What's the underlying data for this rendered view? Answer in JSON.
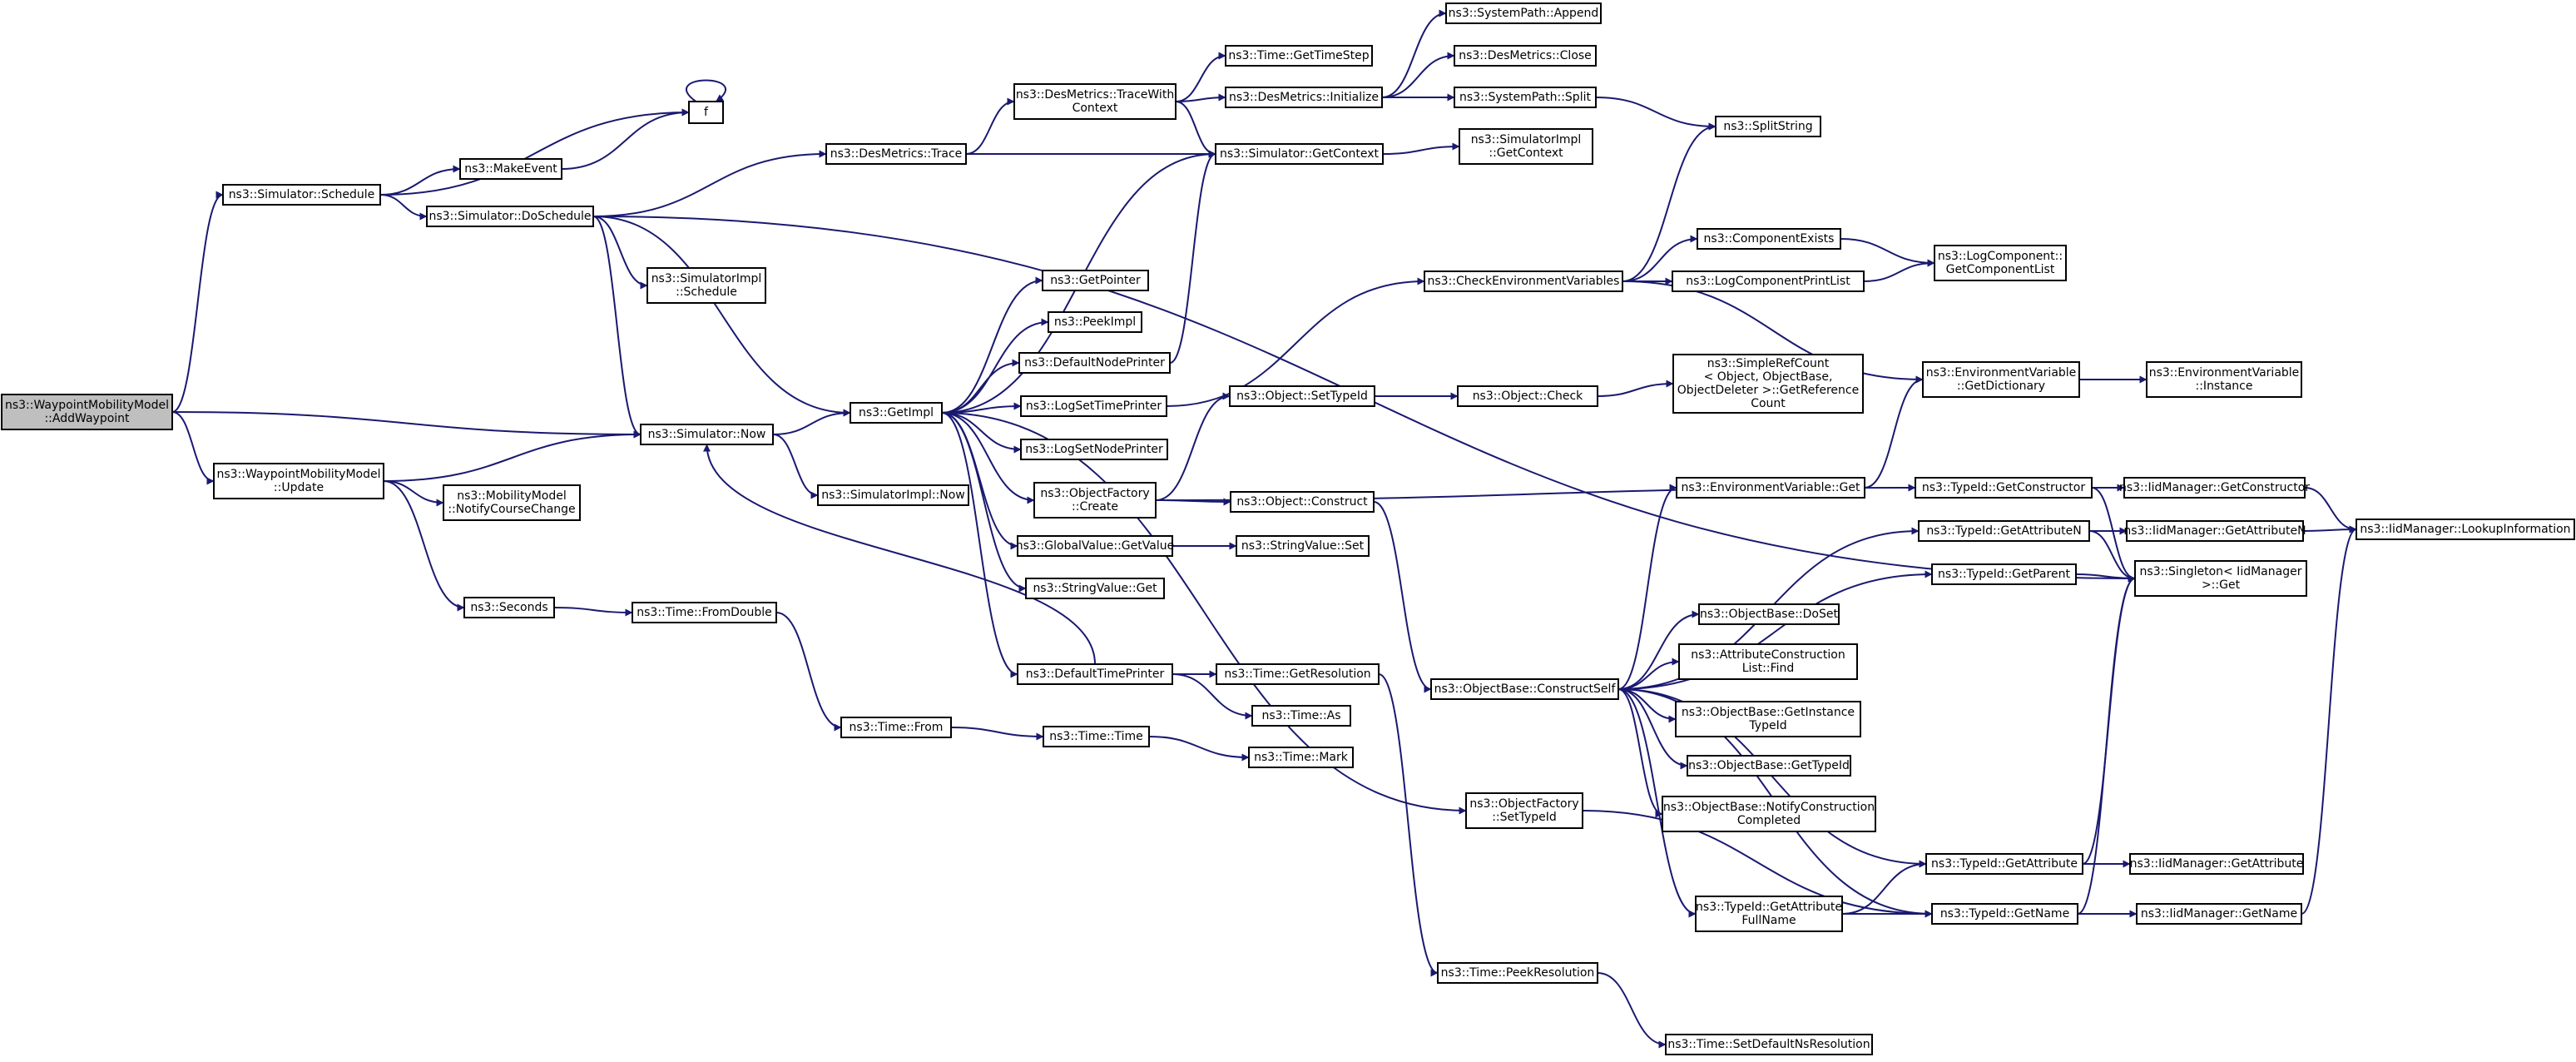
{
  "colors": {
    "edge": "#191970",
    "node_fill": "#ffffff",
    "node_border": "#000000",
    "root_fill": "#bfbfbf",
    "missing_border": "#ff0000"
  },
  "nodes": [
    {
      "id": "root",
      "lines": [
        "ns3::WaypointMobilityModel",
        "::AddWaypoint"
      ],
      "root": true
    },
    {
      "id": "sched",
      "lines": [
        "ns3::Simulator::Schedule"
      ]
    },
    {
      "id": "f",
      "lines": [
        "f"
      ]
    },
    {
      "id": "makeevent",
      "lines": [
        "ns3::MakeEvent"
      ]
    },
    {
      "id": "doschedule",
      "lines": [
        "ns3::Simulator::DoSchedule"
      ]
    },
    {
      "id": "destrace",
      "lines": [
        "ns3::DesMetrics::Trace"
      ]
    },
    {
      "id": "tracewith",
      "lines": [
        "ns3::DesMetrics::TraceWith",
        "Context"
      ]
    },
    {
      "id": "timestep",
      "lines": [
        "ns3::Time::GetTimeStep"
      ]
    },
    {
      "id": "desinit",
      "lines": [
        "ns3::DesMetrics::Initialize"
      ]
    },
    {
      "id": "sysappend",
      "lines": [
        "ns3::SystemPath::Append"
      ]
    },
    {
      "id": "desclose",
      "lines": [
        "ns3::DesMetrics::Close"
      ]
    },
    {
      "id": "syssplit",
      "lines": [
        "ns3::SystemPath::Split"
      ]
    },
    {
      "id": "splitstring",
      "lines": [
        "ns3::SplitString"
      ]
    },
    {
      "id": "getcontext",
      "lines": [
        "ns3::Simulator::GetContext"
      ]
    },
    {
      "id": "implctx",
      "lines": [
        "ns3::SimulatorImpl",
        "::GetContext"
      ]
    },
    {
      "id": "implsched",
      "lines": [
        "ns3::SimulatorImpl",
        "::Schedule"
      ]
    },
    {
      "id": "simnow",
      "lines": [
        "ns3::Simulator::Now"
      ]
    },
    {
      "id": "implnow",
      "lines": [
        "ns3::SimulatorImpl::Now"
      ]
    },
    {
      "id": "getimpl",
      "lines": [
        "ns3::GetImpl"
      ]
    },
    {
      "id": "getpointer",
      "lines": [
        "ns3::GetPointer"
      ]
    },
    {
      "id": "peekimpl",
      "lines": [
        "ns3::PeekImpl"
      ]
    },
    {
      "id": "defnodeprinter",
      "lines": [
        "ns3::DefaultNodePrinter"
      ]
    },
    {
      "id": "logsettime",
      "lines": [
        "ns3::LogSetTimePrinter"
      ]
    },
    {
      "id": "logsetnode",
      "lines": [
        "ns3::LogSetNodePrinter"
      ]
    },
    {
      "id": "factcreate",
      "lines": [
        "ns3::ObjectFactory",
        "::Create"
      ]
    },
    {
      "id": "gvgetvalue",
      "lines": [
        "ns3::GlobalValue::GetValue"
      ]
    },
    {
      "id": "strget",
      "lines": [
        "ns3::StringValue::Get"
      ]
    },
    {
      "id": "deftimeprinter",
      "lines": [
        "ns3::DefaultTimePrinter"
      ]
    },
    {
      "id": "update",
      "lines": [
        "ns3::WaypointMobilityModel",
        "::Update"
      ]
    },
    {
      "id": "notify",
      "lines": [
        "ns3::MobilityModel",
        "::NotifyCourseChange"
      ]
    },
    {
      "id": "seconds",
      "lines": [
        "ns3::Seconds"
      ]
    },
    {
      "id": "fromdouble",
      "lines": [
        "ns3::Time::FromDouble"
      ]
    },
    {
      "id": "timefrom",
      "lines": [
        "ns3::Time::From"
      ]
    },
    {
      "id": "timetime",
      "lines": [
        "ns3::Time::Time"
      ]
    },
    {
      "id": "timemark",
      "lines": [
        "ns3::Time::Mark"
      ]
    },
    {
      "id": "timeas",
      "lines": [
        "ns3::Time::As"
      ]
    },
    {
      "id": "getres",
      "lines": [
        "ns3::Time::GetResolution"
      ]
    },
    {
      "id": "peekres",
      "lines": [
        "ns3::Time::PeekResolution"
      ]
    },
    {
      "id": "setdefns",
      "lines": [
        "ns3::Time::SetDefaultNsResolution"
      ],
      "missing": true
    },
    {
      "id": "setsettypeid",
      "lines": [
        "ns3::Object::SetTypeId"
      ]
    },
    {
      "id": "objcheck",
      "lines": [
        "ns3::Object::Check"
      ]
    },
    {
      "id": "refcount",
      "lines": [
        "ns3::SimpleRefCount",
        "< Object, ObjectBase,",
        "ObjectDeleter >::GetReference",
        "Count"
      ]
    },
    {
      "id": "objconstruct",
      "lines": [
        "ns3::Object::Construct"
      ]
    },
    {
      "id": "strset",
      "lines": [
        "ns3::StringValue::Set"
      ]
    },
    {
      "id": "checkenv",
      "lines": [
        "ns3::CheckEnvironmentVariables"
      ]
    },
    {
      "id": "compexists",
      "lines": [
        "ns3::ComponentExists"
      ]
    },
    {
      "id": "logcompprint",
      "lines": [
        "ns3::LogComponentPrintList"
      ]
    },
    {
      "id": "logcompget",
      "lines": [
        "ns3::LogComponent::",
        "GetComponentList"
      ]
    },
    {
      "id": "envgetdict",
      "lines": [
        "ns3::EnvironmentVariable",
        "::GetDictionary"
      ]
    },
    {
      "id": "envinstance",
      "lines": [
        "ns3::EnvironmentVariable",
        "::Instance"
      ]
    },
    {
      "id": "envget",
      "lines": [
        "ns3::EnvironmentVariable::Get"
      ]
    },
    {
      "id": "tidgetctor",
      "lines": [
        "ns3::TypeId::GetConstructor"
      ]
    },
    {
      "id": "iidgetctor",
      "lines": [
        "ns3::IidManager::GetConstructor"
      ]
    },
    {
      "id": "lookup",
      "lines": [
        "ns3::IidManager::LookupInformation"
      ]
    },
    {
      "id": "tidgetattrn",
      "lines": [
        "ns3::TypeId::GetAttributeN"
      ]
    },
    {
      "id": "iidgetattrn",
      "lines": [
        "ns3::IidManager::GetAttributeN"
      ]
    },
    {
      "id": "tidgetparent",
      "lines": [
        "ns3::TypeId::GetParent"
      ],
      "missing": true
    },
    {
      "id": "singleton",
      "lines": [
        "ns3::Singleton< IidManager",
        "  >::Get"
      ]
    },
    {
      "id": "obdoset",
      "lines": [
        "ns3::ObjectBase::DoSet"
      ]
    },
    {
      "id": "constructself",
      "lines": [
        "ns3::ObjectBase::ConstructSelf"
      ]
    },
    {
      "id": "attrfind",
      "lines": [
        "ns3::AttributeConstruction",
        "List::Find"
      ]
    },
    {
      "id": "getinst",
      "lines": [
        "ns3::ObjectBase::GetInstance",
        "TypeId"
      ]
    },
    {
      "id": "obgettypeid",
      "lines": [
        "ns3::ObjectBase::GetTypeId"
      ],
      "missing": true
    },
    {
      "id": "notifyctor",
      "lines": [
        "ns3::ObjectBase::NotifyConstruction",
        "Completed"
      ]
    },
    {
      "id": "factsettypeid",
      "lines": [
        "ns3::ObjectFactory",
        "::SetTypeId"
      ]
    },
    {
      "id": "tidgetattr",
      "lines": [
        "ns3::TypeId::GetAttribute"
      ]
    },
    {
      "id": "iidgetattr",
      "lines": [
        "ns3::IidManager::GetAttribute"
      ]
    },
    {
      "id": "tidfullname",
      "lines": [
        "ns3::TypeId::GetAttribute",
        "FullName"
      ]
    },
    {
      "id": "tidgetname",
      "lines": [
        "ns3::TypeId::GetName"
      ]
    },
    {
      "id": "iidgetname",
      "lines": [
        "ns3::IidManager::GetName"
      ]
    }
  ],
  "edges": [
    [
      "root",
      "sched"
    ],
    [
      "root",
      "simnow"
    ],
    [
      "root",
      "update"
    ],
    [
      "sched",
      "f"
    ],
    [
      "sched",
      "makeevent"
    ],
    [
      "sched",
      "doschedule"
    ],
    [
      "makeevent",
      "f"
    ],
    [
      "f",
      "f"
    ],
    [
      "doschedule",
      "destrace"
    ],
    [
      "doschedule",
      "getimpl"
    ],
    [
      "doschedule",
      "implsched"
    ],
    [
      "doschedule",
      "simnow"
    ],
    [
      "doschedule",
      "singleton"
    ],
    [
      "destrace",
      "tracewith"
    ],
    [
      "destrace",
      "getcontext"
    ],
    [
      "tracewith",
      "timestep"
    ],
    [
      "tracewith",
      "desinit"
    ],
    [
      "tracewith",
      "getcontext"
    ],
    [
      "desinit",
      "sysappend"
    ],
    [
      "desinit",
      "desclose"
    ],
    [
      "desinit",
      "syssplit"
    ],
    [
      "syssplit",
      "splitstring"
    ],
    [
      "getcontext",
      "implctx"
    ],
    [
      "simnow",
      "getimpl"
    ],
    [
      "simnow",
      "implnow"
    ],
    [
      "getimpl",
      "getcontext"
    ],
    [
      "getimpl",
      "getpointer"
    ],
    [
      "getimpl",
      "peekimpl"
    ],
    [
      "getimpl",
      "defnodeprinter"
    ],
    [
      "getimpl",
      "logsettime"
    ],
    [
      "getimpl",
      "logsetnode"
    ],
    [
      "getimpl",
      "factcreate"
    ],
    [
      "getimpl",
      "gvgetvalue"
    ],
    [
      "getimpl",
      "strget"
    ],
    [
      "getimpl",
      "deftimeprinter"
    ],
    [
      "getimpl",
      "factsettypeid"
    ],
    [
      "defnodeprinter",
      "getcontext"
    ],
    [
      "logsettime",
      "checkenv"
    ],
    [
      "checkenv",
      "splitstring"
    ],
    [
      "checkenv",
      "compexists"
    ],
    [
      "checkenv",
      "logcompprint"
    ],
    [
      "checkenv",
      "envgetdict"
    ],
    [
      "compexists",
      "logcompget"
    ],
    [
      "logcompprint",
      "logcompget"
    ],
    [
      "envgetdict",
      "envinstance"
    ],
    [
      "factcreate",
      "setsettypeid"
    ],
    [
      "factcreate",
      "objconstruct"
    ],
    [
      "factcreate",
      "tidgetctor"
    ],
    [
      "setsettypeid",
      "objcheck"
    ],
    [
      "objcheck",
      "refcount"
    ],
    [
      "objconstruct",
      "constructself"
    ],
    [
      "gvgetvalue",
      "strset"
    ],
    [
      "deftimeprinter",
      "getres"
    ],
    [
      "deftimeprinter",
      "timeas"
    ],
    [
      "deftimeprinter",
      "simnow"
    ],
    [
      "getres",
      "peekres"
    ],
    [
      "peekres",
      "setdefns"
    ],
    [
      "update",
      "simnow"
    ],
    [
      "update",
      "notify"
    ],
    [
      "update",
      "seconds"
    ],
    [
      "seconds",
      "fromdouble"
    ],
    [
      "fromdouble",
      "timefrom"
    ],
    [
      "timefrom",
      "timetime"
    ],
    [
      "timetime",
      "timemark"
    ],
    [
      "envget",
      "envgetdict"
    ],
    [
      "tidgetctor",
      "iidgetctor"
    ],
    [
      "tidgetctor",
      "singleton"
    ],
    [
      "iidgetctor",
      "lookup"
    ],
    [
      "tidgetattrn",
      "iidgetattrn"
    ],
    [
      "tidgetattrn",
      "singleton"
    ],
    [
      "iidgetattrn",
      "lookup"
    ],
    [
      "tidgetparent",
      "singleton"
    ],
    [
      "constructself",
      "envget"
    ],
    [
      "constructself",
      "tidgetattrn"
    ],
    [
      "constructself",
      "tidgetparent"
    ],
    [
      "constructself",
      "obdoset"
    ],
    [
      "constructself",
      "attrfind"
    ],
    [
      "constructself",
      "getinst"
    ],
    [
      "constructself",
      "obgettypeid"
    ],
    [
      "constructself",
      "notifyctor"
    ],
    [
      "constructself",
      "tidgetattr"
    ],
    [
      "constructself",
      "tidfullname"
    ],
    [
      "constructself",
      "tidgetname"
    ],
    [
      "factsettypeid",
      "tidgetname"
    ],
    [
      "tidgetattr",
      "iidgetattr"
    ],
    [
      "tidgetattr",
      "singleton"
    ],
    [
      "tidfullname",
      "tidgetattr"
    ],
    [
      "tidfullname",
      "tidgetname"
    ],
    [
      "tidgetname",
      "iidgetname"
    ],
    [
      "tidgetname",
      "singleton"
    ],
    [
      "iidgetname",
      "lookup"
    ]
  ]
}
